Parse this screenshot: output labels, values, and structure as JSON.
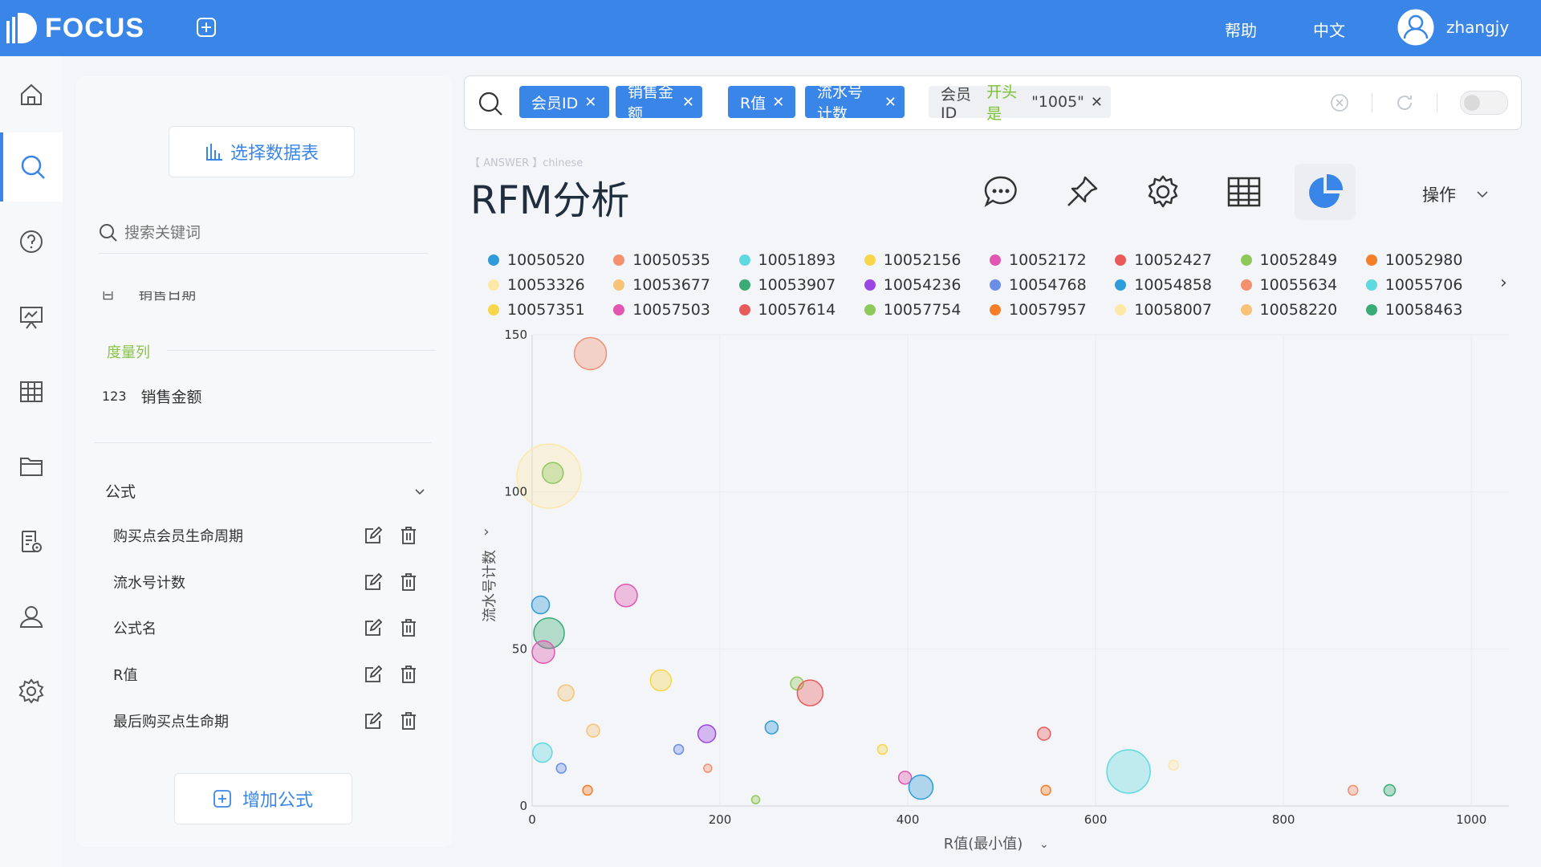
{
  "app": {
    "logo_text": "FOCUS"
  },
  "header": {
    "help": "帮助",
    "language": "中文",
    "username": "zhangjy"
  },
  "panel": {
    "select_table": "选择数据表",
    "search_placeholder": "搜索关键词",
    "cutoff_text": "销售日期",
    "measure_section": "度量列",
    "measure_field": {
      "type": "123",
      "name": "销售金额"
    },
    "formula_section": "公式",
    "formulas": [
      "购买点会员生命周期",
      "流水号计数",
      "公式名",
      "R值",
      "最后购买点生命期"
    ],
    "add_formula": "增加公式"
  },
  "search": {
    "tags": [
      {
        "label": "会员ID"
      },
      {
        "label": "销售金额"
      },
      {
        "label": "R值"
      },
      {
        "label": "流水号计数"
      }
    ],
    "filter_tag": {
      "prefix": "会员ID",
      "keyword": "开头是",
      "value": "\"1005\""
    }
  },
  "answer": {
    "tag": "【 ANSWER 】chinese",
    "title": "RFM分析",
    "operations": "操作"
  },
  "chart_data": {
    "type": "scatter",
    "xlabel": "R值(最小值)",
    "ylabel": "流水号计数",
    "xlim": [
      0,
      1040
    ],
    "ylim": [
      0,
      150
    ],
    "xticks": [
      0,
      200,
      400,
      600,
      800,
      1000
    ],
    "yticks": [
      0,
      50,
      100,
      150
    ],
    "grid": true,
    "legend_position": "top",
    "legend": [
      {
        "name": "10050520",
        "color": "#2f9bd8"
      },
      {
        "name": "10050535",
        "color": "#f2906f"
      },
      {
        "name": "10051893",
        "color": "#5fd9e0"
      },
      {
        "name": "10052156",
        "color": "#f7d64a"
      },
      {
        "name": "10052172",
        "color": "#e255b0"
      },
      {
        "name": "10052427",
        "color": "#e95b5b"
      },
      {
        "name": "10052849",
        "color": "#8fc85a"
      },
      {
        "name": "10052980",
        "color": "#f57f29"
      },
      {
        "name": "10053326",
        "color": "#fde8a8"
      },
      {
        "name": "10053677",
        "color": "#f7c377"
      },
      {
        "name": "10053907",
        "color": "#3aab76"
      },
      {
        "name": "10054236",
        "color": "#9b45e5"
      },
      {
        "name": "10054768",
        "color": "#6b8ee6"
      },
      {
        "name": "10054858",
        "color": "#2f9bd8"
      },
      {
        "name": "10055634",
        "color": "#f2906f"
      },
      {
        "name": "10055706",
        "color": "#5fd9e0"
      },
      {
        "name": "10057351",
        "color": "#f7d64a"
      },
      {
        "name": "10057503",
        "color": "#e255b0"
      },
      {
        "name": "10057614",
        "color": "#e95b5b"
      },
      {
        "name": "10057754",
        "color": "#8fc85a"
      },
      {
        "name": "10057957",
        "color": "#f57f29"
      },
      {
        "name": "10058007",
        "color": "#fde8a8"
      },
      {
        "name": "10058220",
        "color": "#f7c377"
      },
      {
        "name": "10058463",
        "color": "#3aab76"
      }
    ],
    "points": [
      {
        "x": 62,
        "y": 144,
        "r": 20,
        "color": "#f2906f"
      },
      {
        "x": 18,
        "y": 105,
        "r": 40,
        "color": "#fde8a8"
      },
      {
        "x": 22,
        "y": 106,
        "r": 13,
        "color": "#8fc85a"
      },
      {
        "x": 100,
        "y": 67,
        "r": 14,
        "color": "#e255b0"
      },
      {
        "x": 9,
        "y": 64,
        "r": 11,
        "color": "#2f9bd8"
      },
      {
        "x": 18,
        "y": 55,
        "r": 19,
        "color": "#3aab76"
      },
      {
        "x": 12,
        "y": 49,
        "r": 14,
        "color": "#e255b0"
      },
      {
        "x": 36,
        "y": 36,
        "r": 10,
        "color": "#f7c377"
      },
      {
        "x": 137,
        "y": 40,
        "r": 13,
        "color": "#f7d64a"
      },
      {
        "x": 282,
        "y": 39,
        "r": 8,
        "color": "#8fc85a"
      },
      {
        "x": 296,
        "y": 36,
        "r": 16,
        "color": "#e95b5b"
      },
      {
        "x": 255,
        "y": 25,
        "r": 8,
        "color": "#2f9bd8"
      },
      {
        "x": 186,
        "y": 23,
        "r": 11,
        "color": "#9b45e5"
      },
      {
        "x": 65,
        "y": 24,
        "r": 8,
        "color": "#f7c377"
      },
      {
        "x": 11,
        "y": 17,
        "r": 12,
        "color": "#5fd9e0"
      },
      {
        "x": 31,
        "y": 12,
        "r": 6,
        "color": "#6b8ee6"
      },
      {
        "x": 156,
        "y": 18,
        "r": 6,
        "color": "#6b8ee6"
      },
      {
        "x": 187,
        "y": 12,
        "r": 5,
        "color": "#f2906f"
      },
      {
        "x": 59,
        "y": 5,
        "r": 6,
        "color": "#f57f29"
      },
      {
        "x": 238,
        "y": 2,
        "r": 5,
        "color": "#8fc85a"
      },
      {
        "x": 373,
        "y": 18,
        "r": 6,
        "color": "#f7d64a"
      },
      {
        "x": 397,
        "y": 9,
        "r": 8,
        "color": "#e255b0"
      },
      {
        "x": 414,
        "y": 6,
        "r": 15,
        "color": "#2f9bd8"
      },
      {
        "x": 545,
        "y": 23,
        "r": 8,
        "color": "#e95b5b"
      },
      {
        "x": 547,
        "y": 5,
        "r": 6,
        "color": "#f57f29"
      },
      {
        "x": 635,
        "y": 11,
        "r": 27,
        "color": "#5fd9e0"
      },
      {
        "x": 683,
        "y": 13,
        "r": 6,
        "color": "#fde8a8"
      },
      {
        "x": 874,
        "y": 5,
        "r": 6,
        "color": "#f2906f"
      },
      {
        "x": 913,
        "y": 5,
        "r": 7,
        "color": "#3aab76"
      }
    ]
  }
}
